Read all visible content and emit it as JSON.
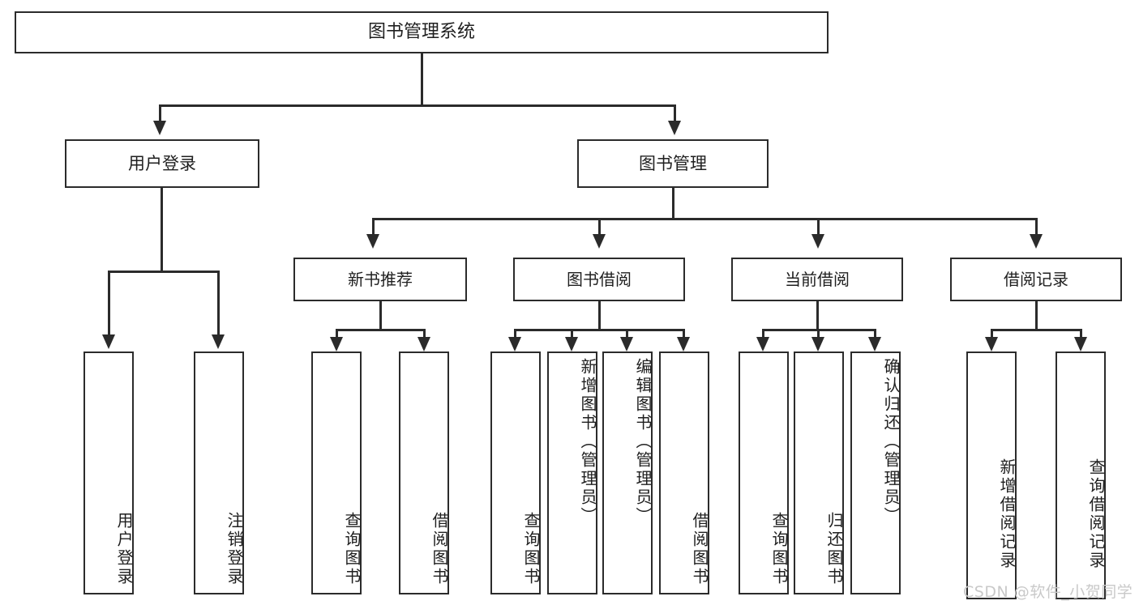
{
  "diagram": {
    "title": "图书管理系统",
    "type": "功能结构图",
    "root": {
      "label": "图书管理系统"
    },
    "level1": [
      {
        "label": "用户登录"
      },
      {
        "label": "图书管理"
      }
    ],
    "level2": [
      {
        "label": "新书推荐"
      },
      {
        "label": "图书借阅"
      },
      {
        "label": "当前借阅"
      },
      {
        "label": "借阅记录"
      }
    ],
    "leaves": {
      "user_login": [
        {
          "label": "用户登录"
        },
        {
          "label": "注销登录"
        }
      ],
      "new_book": [
        {
          "label": "查询图书"
        },
        {
          "label": "借阅图书"
        }
      ],
      "borrow_book": [
        {
          "label": "查询图书"
        },
        {
          "label": "新增图书（管理员）"
        },
        {
          "label": "编辑图书（管理员）"
        },
        {
          "label": "借阅图书"
        }
      ],
      "current_borrow": [
        {
          "label": "查询图书"
        },
        {
          "label": "归还图书"
        },
        {
          "label": "确认归还（管理员）"
        }
      ],
      "borrow_record": [
        {
          "label": "新增借阅记录"
        },
        {
          "label": "查询借阅记录"
        }
      ]
    }
  },
  "watermark": {
    "text": "CSDN @软件_小贺同学"
  },
  "colors": {
    "stroke": "#2b2b2b",
    "background": "#ffffff",
    "text": "#1f1f1f",
    "watermark": "#c9c9c9"
  }
}
